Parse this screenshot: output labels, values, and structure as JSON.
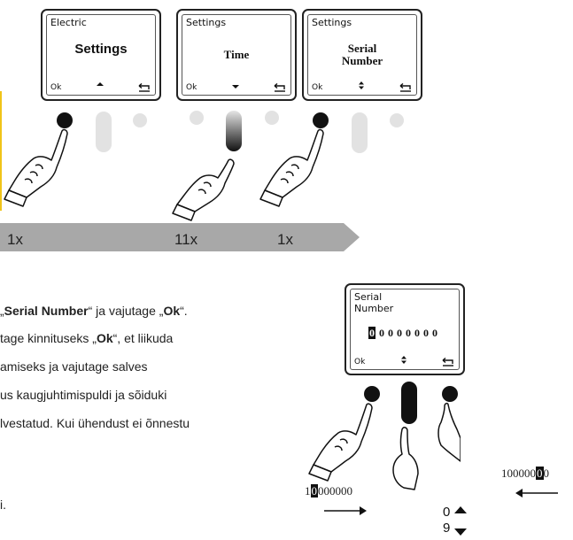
{
  "screens": [
    {
      "title": "Electric",
      "main": "Settings",
      "ok": "Ok",
      "mid_icon": "up-arrow-icon",
      "back_icon": "back-arrow-icon"
    },
    {
      "title": "Settings",
      "main": "Time",
      "ok": "Ok",
      "mid_icon": "down-arrow-icon",
      "back_icon": "back-arrow-icon"
    },
    {
      "title": "Settings",
      "main_line1": "Serial",
      "main_line2": "Number",
      "ok": "Ok",
      "mid_icon": "up-down-arrow-icon",
      "back_icon": "back-arrow-icon"
    }
  ],
  "sequence_arrow": {
    "labels": [
      "1x",
      "11x",
      "1x"
    ],
    "color": "#a8a8a8"
  },
  "accent_bar_color": "#f0c419",
  "body_text": {
    "line1_prefix": "„",
    "line1_bold1": "Serial Number",
    "line1_mid": "“ ja vajutage „",
    "line1_bold2": "Ok",
    "line1_end": "“.",
    "line2_prefix": "tage kinnituseks „",
    "line2_bold": "Ok",
    "line2_end": "“, et liikuda",
    "line3": "amiseks ja vajutage salves",
    "line4": "us kaugjuhtimispuldi ja sõiduki",
    "line5": "lvestatud. Kui ühendust ei õnnestu",
    "line6": "i."
  },
  "serial_screen": {
    "title_line1": "Serial",
    "title_line2": "Number",
    "digits_highlight": "0",
    "digits_rest": "0000000",
    "ok": "Ok",
    "mid_icon": "up-down-arrow-icon",
    "back_icon": "back-arrow-icon"
  },
  "serial_labels": {
    "left_pre": "1",
    "left_hl": "0",
    "left_post": "000000",
    "right_pre": "100000",
    "right_hl": "0",
    "right_post": "0",
    "up_value": "0",
    "down_value": "9"
  }
}
